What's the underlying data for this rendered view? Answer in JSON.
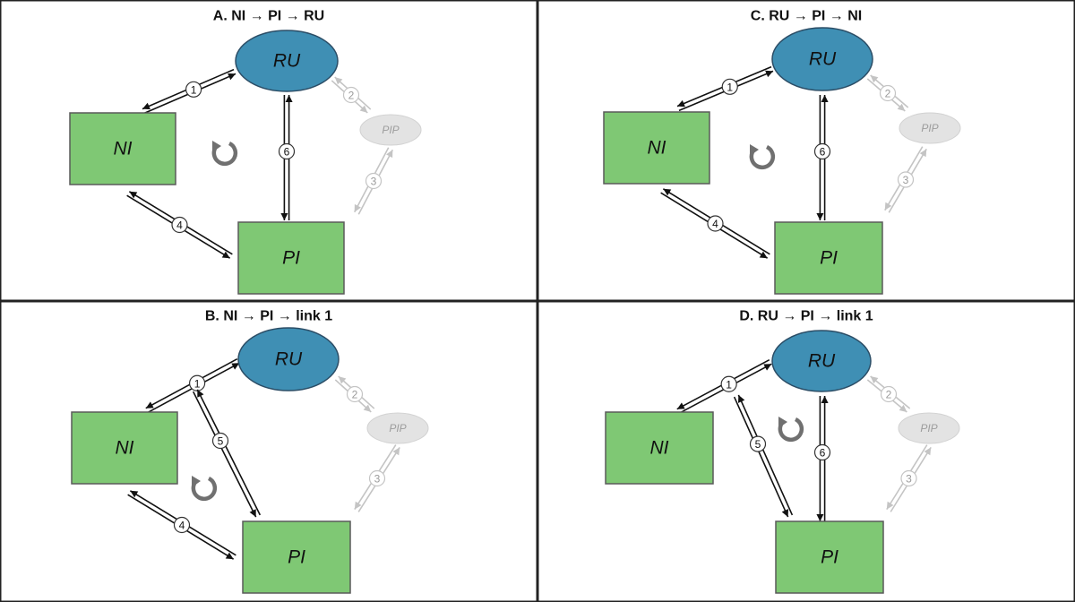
{
  "colors": {
    "box_fill": "#7fc874",
    "box_stroke": "#5a5a5a",
    "ellipse_fill": "#3f8fb4",
    "ellipse_stroke": "#2b4d66",
    "pip_fill": "#e3e3e3",
    "faded": "#c4c4c4",
    "arrow": "#111111",
    "loop": "#707070",
    "border": "#222222"
  },
  "nodes": {
    "ru": "RU",
    "ni": "NI",
    "pi": "PI",
    "pip": "PIP"
  },
  "panels": [
    {
      "id": "a",
      "title": "A. NI → PI → RU",
      "links": [
        {
          "num": "1",
          "from": "ru",
          "to": "ni",
          "faded": false
        },
        {
          "num": "6",
          "from": "ru",
          "to": "pi",
          "faded": false
        },
        {
          "num": "4",
          "from": "ni",
          "to": "pi",
          "faded": false
        },
        {
          "num": "2",
          "from": "ru",
          "to": "pip",
          "faded": true
        },
        {
          "num": "3",
          "from": "pip",
          "to": "pi",
          "faded": true
        }
      ]
    },
    {
      "id": "c",
      "title": "C. RU → PI → NI",
      "links": [
        {
          "num": "1",
          "from": "ru",
          "to": "ni",
          "faded": false
        },
        {
          "num": "6",
          "from": "ru",
          "to": "pi",
          "faded": false
        },
        {
          "num": "4",
          "from": "ni",
          "to": "pi",
          "faded": false
        },
        {
          "num": "2",
          "from": "ru",
          "to": "pip",
          "faded": true
        },
        {
          "num": "3",
          "from": "pip",
          "to": "pi",
          "faded": true
        }
      ]
    },
    {
      "id": "b",
      "title": "B. NI → PI → link 1",
      "links": [
        {
          "num": "1",
          "from": "ru",
          "to": "ni",
          "faded": false
        },
        {
          "num": "5",
          "from": "link1",
          "to": "pi",
          "faded": false
        },
        {
          "num": "4",
          "from": "ni",
          "to": "pi",
          "faded": false
        },
        {
          "num": "2",
          "from": "ru",
          "to": "pip",
          "faded": true
        },
        {
          "num": "3",
          "from": "pip",
          "to": "pi",
          "faded": true
        }
      ]
    },
    {
      "id": "d",
      "title": "D. RU → PI → link 1",
      "links": [
        {
          "num": "1",
          "from": "ru",
          "to": "ni",
          "faded": false
        },
        {
          "num": "5",
          "from": "link1",
          "to": "pi",
          "faded": false
        },
        {
          "num": "6",
          "from": "ru",
          "to": "pi",
          "faded": false
        },
        {
          "num": "2",
          "from": "ru",
          "to": "pip",
          "faded": true
        },
        {
          "num": "3",
          "from": "pip",
          "to": "pi",
          "faded": true
        }
      ]
    }
  ]
}
